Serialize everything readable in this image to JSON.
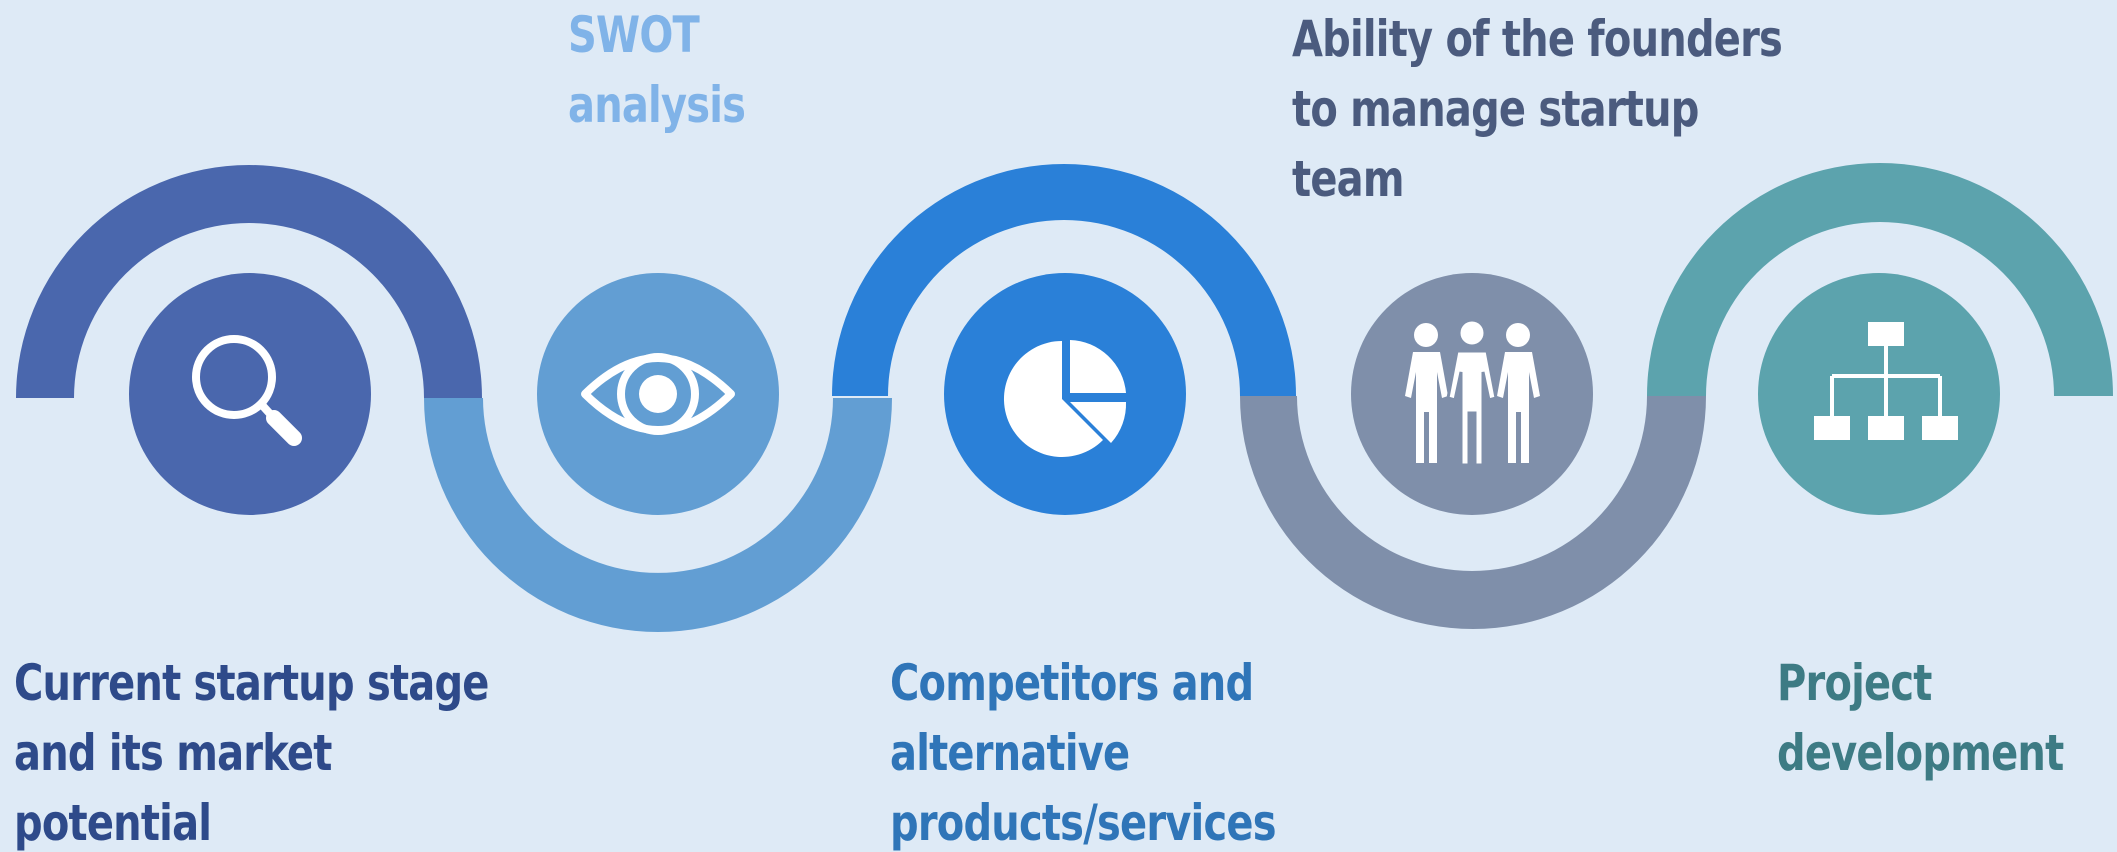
{
  "colors": {
    "background": "#deeaf6",
    "step1": "#4a67ad",
    "step2": "#629ed3",
    "step3": "#2a80d8",
    "step4": "#7f8faa",
    "step5": "#5ca3ad"
  },
  "steps": [
    {
      "icon": "magnifier-icon",
      "lines": [
        "Current startup stage",
        "and its market",
        "potential"
      ]
    },
    {
      "icon": "eye-icon",
      "lines": [
        "SWOT",
        "analysis"
      ]
    },
    {
      "icon": "pie-chart-icon",
      "lines": [
        "Competitors and",
        "alternative",
        "products/services"
      ]
    },
    {
      "icon": "team-icon",
      "lines": [
        "Ability of the founders",
        "to manage startup",
        "team"
      ]
    },
    {
      "icon": "org-chart-icon",
      "lines": [
        "Project",
        "development"
      ]
    }
  ]
}
